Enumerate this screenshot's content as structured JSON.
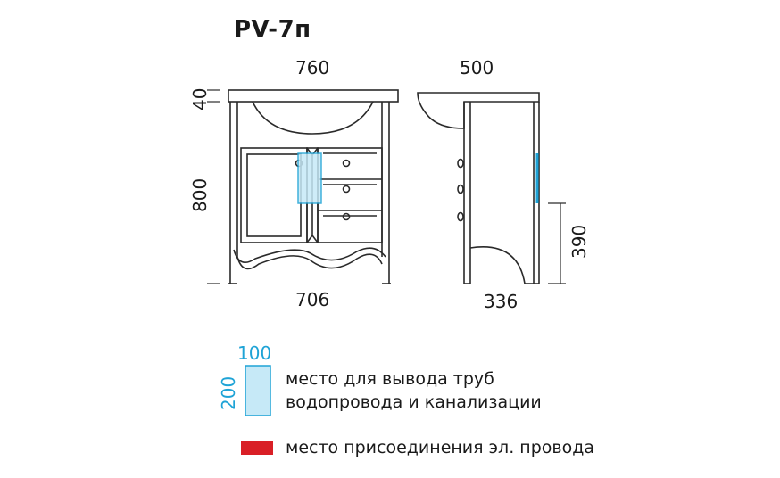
{
  "title": "PV-7п",
  "dimensions": {
    "front_width_top": "760",
    "front_width_bottom": "706",
    "front_top_thickness": "40",
    "front_height": "800",
    "side_depth_top": "500",
    "side_depth_bottom": "336",
    "side_height_pipes": "390"
  },
  "legend": {
    "pipe_zone": {
      "width_label": "100",
      "height_label": "200",
      "line1": "место для вывода труб",
      "line2": "водопровода и канализации",
      "color": "#c6e9f7",
      "border_color": "#1ea3d6"
    },
    "electric": {
      "label": "место присоединения эл. провода",
      "color": "#d91f26"
    }
  }
}
